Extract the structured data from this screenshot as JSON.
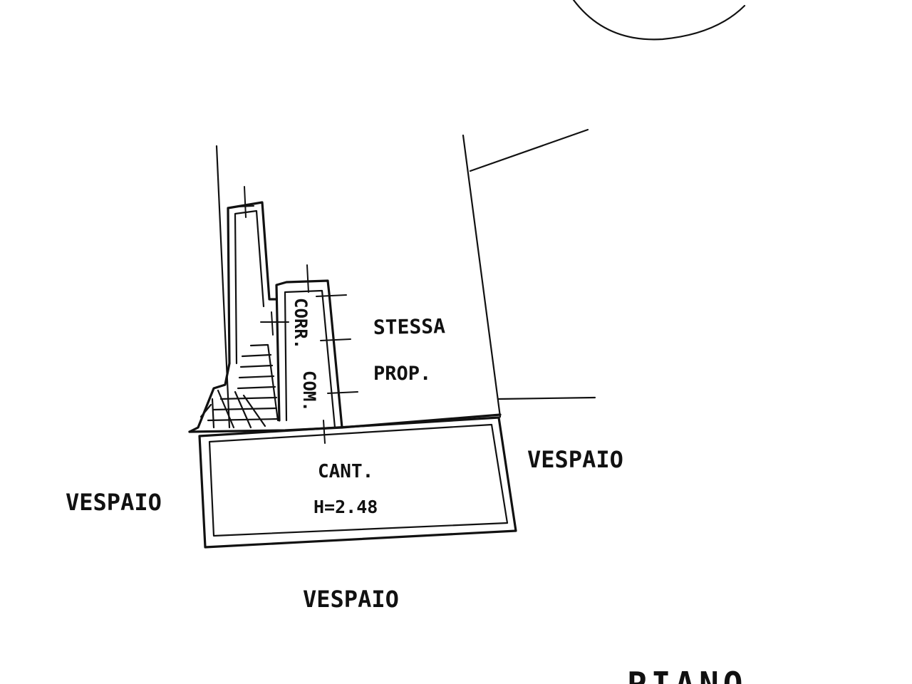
{
  "plan": {
    "labels": {
      "stessa": "STESSA",
      "prop": "PROP.",
      "corr": "CORR.",
      "com": "COM.",
      "cant": "CANT.",
      "height": "H=2.48",
      "vespaio_left": "VESPAIO",
      "vespaio_right": "VESPAIO",
      "vespaio_bottom": "VESPAIO",
      "piano": "PIANO"
    },
    "colors": {
      "ink": "#111111",
      "paper": "#ffffff"
    }
  }
}
